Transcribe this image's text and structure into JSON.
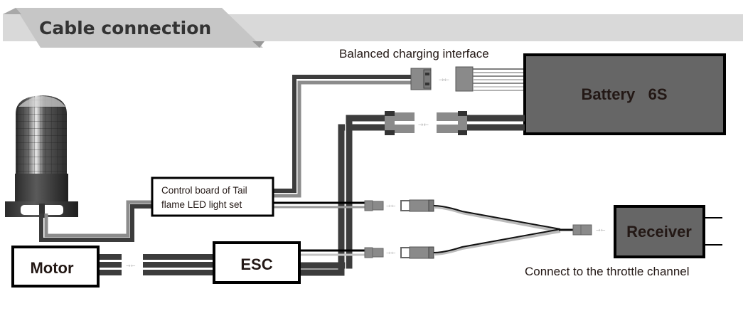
{
  "header": {
    "title": "Cable connection"
  },
  "components": {
    "battery": {
      "label": "Battery   6S"
    },
    "balance_label": "Balanced charging interface",
    "control_board": {
      "line1": "Control board of Tail",
      "line2": "flame LED light set"
    },
    "motor": {
      "label": "Motor"
    },
    "esc": {
      "label": "ESC"
    },
    "receiver": {
      "label": "Receiver"
    },
    "throttle_label": "Connect to the throttle channel"
  },
  "colors": {
    "banner_light": "#d9d9d9",
    "banner_dark": "#c8c8c8",
    "banner_fold": "#9a9a9a",
    "cable_dark": "#3c3c3c",
    "cable_mid": "#8c8c8c",
    "cable_light": "#c4c4c4",
    "connector": "#8a8a8a",
    "box_fill_dark": "#666666",
    "box_stroke": "#000000"
  }
}
